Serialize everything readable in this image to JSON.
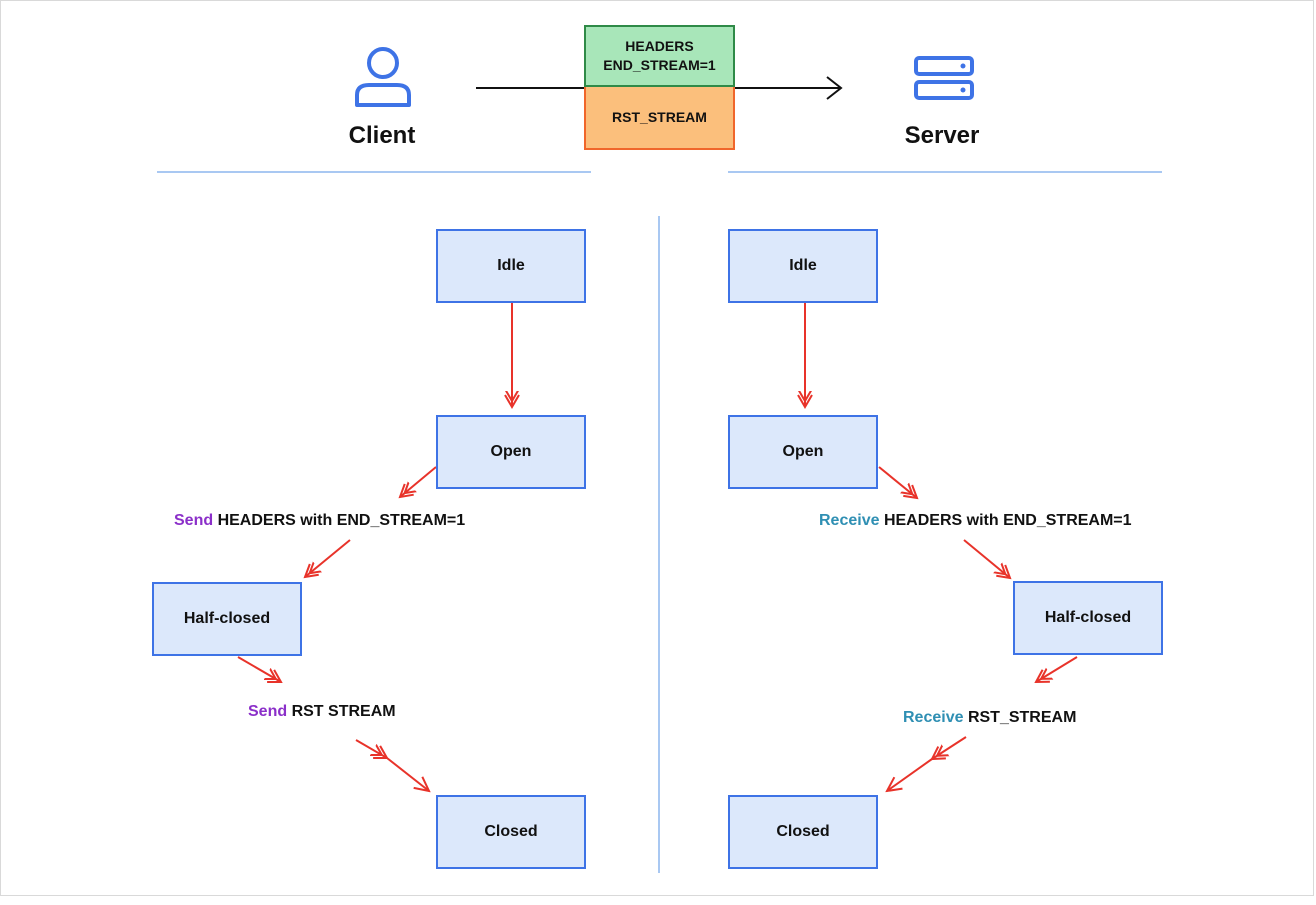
{
  "actors": {
    "client": {
      "label": "Client",
      "icon": "user-icon"
    },
    "server": {
      "label": "Server",
      "icon": "server-icon"
    }
  },
  "frames": {
    "headers": [
      "HEADERS",
      "END_STREAM=1"
    ],
    "rst": "RST_STREAM"
  },
  "client_flow": {
    "states": [
      "Idle",
      "Open",
      "Half-closed",
      "Closed"
    ],
    "transitions": [
      {
        "verb": "Send",
        "text": " HEADERS with END_STREAM=1"
      },
      {
        "verb": "Send",
        "text": " RST STREAM"
      }
    ]
  },
  "server_flow": {
    "states": [
      "Idle",
      "Open",
      "Half-closed",
      "Closed"
    ],
    "transitions": [
      {
        "verb": "Receive",
        "text": " HEADERS with END_STREAM=1"
      },
      {
        "verb": "Receive",
        "text": " RST_STREAM"
      }
    ]
  },
  "colors": {
    "arrow": "#e8332a",
    "state_fill": "#dce8fb",
    "state_border": "#3e73e6",
    "headers_fill": "#a8e6b9",
    "rst_fill": "#fbbf7c",
    "send_verb": "#8b2fc9",
    "receive_verb": "#2f8fb3",
    "icon": "#3e73e6",
    "divider": "#a9c8f2"
  }
}
